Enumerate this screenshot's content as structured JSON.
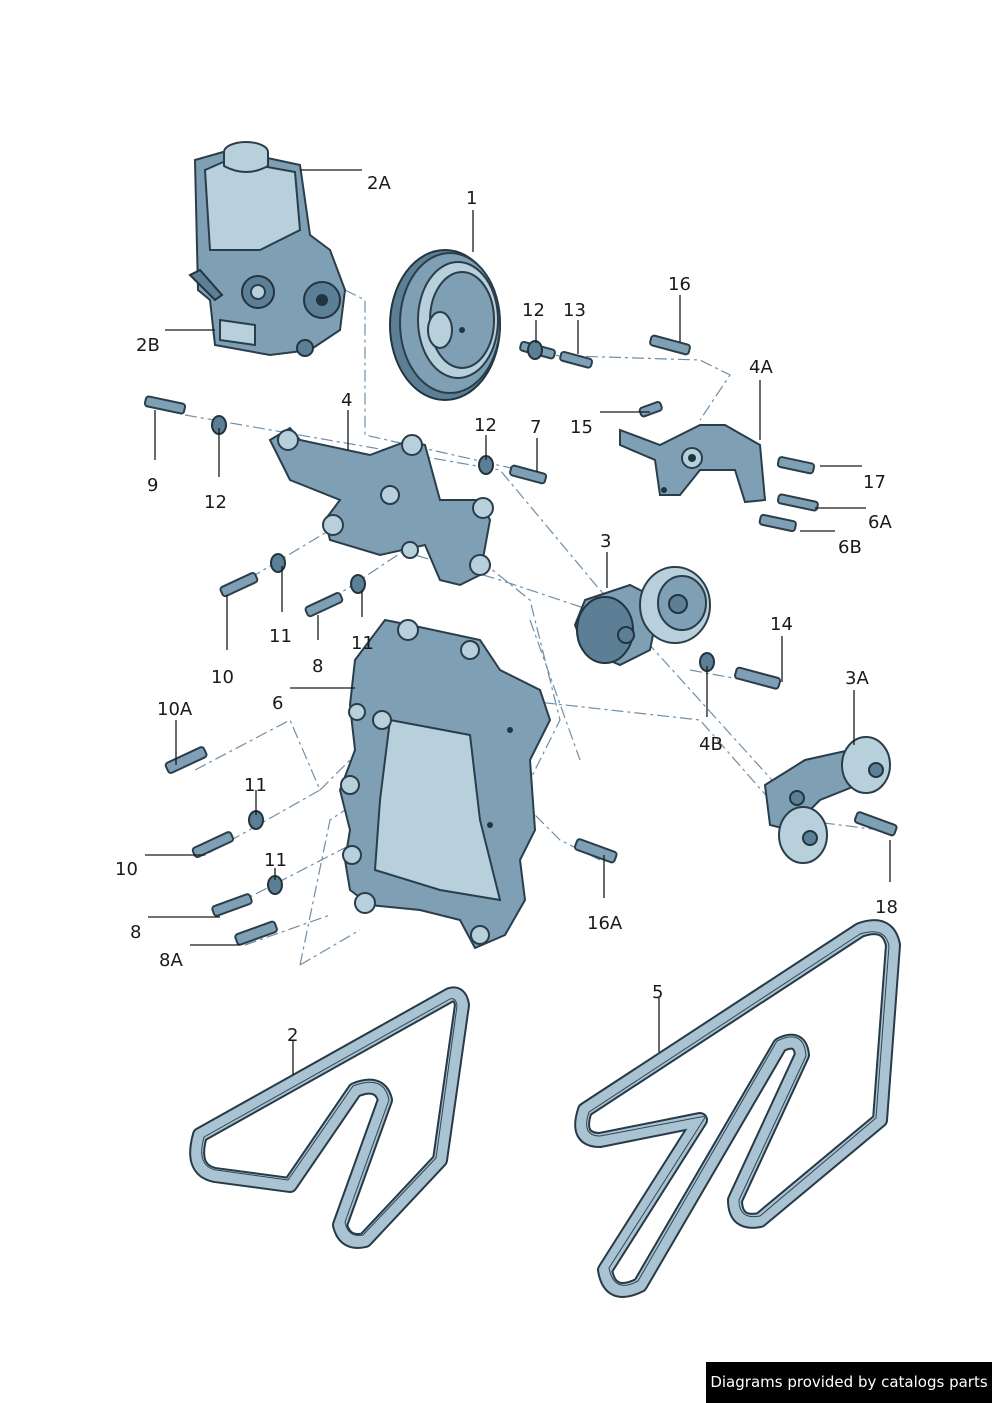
{
  "labels": {
    "l1": "1",
    "l2": "2",
    "l2A": "2A",
    "l2B": "2B",
    "l3": "3",
    "l3A": "3A",
    "l4": "4",
    "l4A": "4A",
    "l4B": "4B",
    "l5": "5",
    "l6": "6",
    "l6A": "6A",
    "l6B": "6B",
    "l7": "7",
    "l8a": "8",
    "l8b": "8",
    "l8A": "8A",
    "l9": "9",
    "l10a": "10",
    "l10b": "10",
    "l10A": "10A",
    "l11a": "11",
    "l11b": "11",
    "l11c": "11",
    "l11d": "11",
    "l12a": "12",
    "l12b": "12",
    "l12c": "12",
    "l13": "13",
    "l14": "14",
    "l15": "15",
    "l16": "16",
    "l16A": "16A",
    "l17": "17",
    "l18": "18"
  },
  "footer": {
    "text": "Diagrams provided by catalogs parts"
  }
}
